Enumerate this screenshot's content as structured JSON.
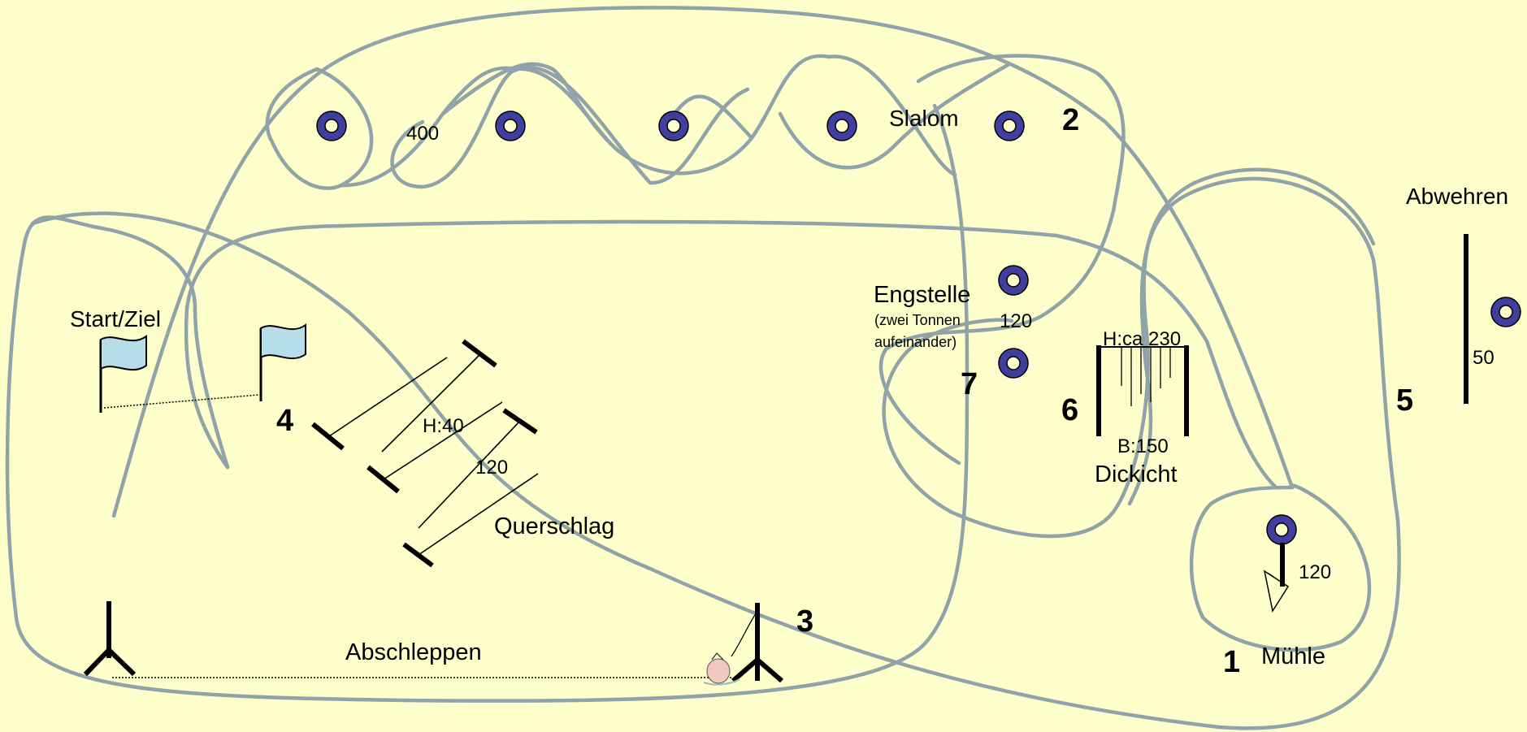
{
  "colors": {
    "background": "#ffffcc",
    "route": "#8fa3a8",
    "barrel_fill": "#3f3f9e",
    "flag": "#b7dde8"
  },
  "labels": {
    "start_ziel": "Start/Ziel",
    "slalom": "Slalom",
    "slalom_distance": "400",
    "engstelle": "Engstelle",
    "engstelle_note_1": "(zwei Tonnen",
    "engstelle_note_2": "aufeinander)",
    "engstelle_distance": "120",
    "dickicht_height": "H:ca 230",
    "dickicht_width": "B:150",
    "dickicht": "Dickicht",
    "abwehren": "Abwehren",
    "abwehren_distance": "50",
    "querschlag_height": "H:40",
    "querschlag_distance": "120",
    "querschlag": "Querschlag",
    "abschleppen": "Abschleppen",
    "muehle": "Mühle",
    "muehle_distance": "120"
  },
  "stations": {
    "s1": "1",
    "s2": "2",
    "s3": "3",
    "s4": "4",
    "s5": "5",
    "s6": "6",
    "s7": "7"
  },
  "icons": [
    "barrel-icon",
    "flag-icon",
    "tripod-icon",
    "sack-icon",
    "mill-icon"
  ]
}
